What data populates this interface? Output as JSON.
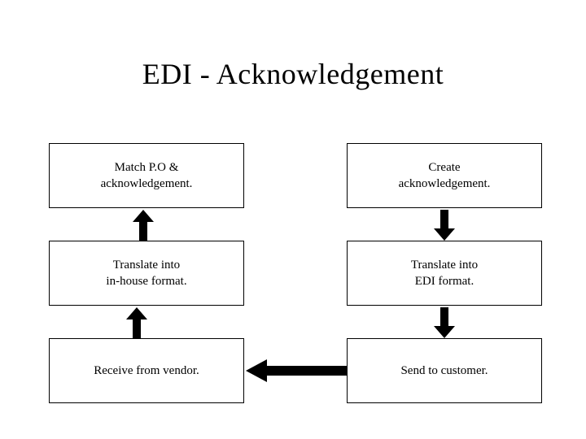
{
  "slide": {
    "title": "EDI - Acknowledgement",
    "background": "#ffffff",
    "text_color": "#000000"
  },
  "flow": {
    "boxes": [
      {
        "id": "match-po",
        "column": "left",
        "row": 1,
        "lines": [
          "Match P.O &",
          "acknowledgement."
        ]
      },
      {
        "id": "translate-in-house",
        "column": "left",
        "row": 2,
        "lines": [
          "Translate into",
          "in-house format."
        ]
      },
      {
        "id": "receive-from-vendor",
        "column": "left",
        "row": 3,
        "lines": [
          "Receive from vendor."
        ]
      },
      {
        "id": "create-acknowledgement",
        "column": "right",
        "row": 1,
        "lines": [
          "Create",
          "acknowledgement."
        ]
      },
      {
        "id": "translate-edi-format",
        "column": "right",
        "row": 2,
        "lines": [
          "Translate into",
          "EDI format."
        ]
      },
      {
        "id": "send-to-customer",
        "column": "right",
        "row": 3,
        "lines": [
          "Send to customer."
        ]
      }
    ],
    "arrows": [
      {
        "id": "arrow-up-left-lower",
        "direction": "up",
        "from": "receive-from-vendor",
        "to": "translate-in-house"
      },
      {
        "id": "arrow-up-left-upper",
        "direction": "up",
        "from": "translate-in-house",
        "to": "match-po"
      },
      {
        "id": "arrow-down-right-upper",
        "direction": "down",
        "from": "create-acknowledgement",
        "to": "translate-edi-format"
      },
      {
        "id": "arrow-down-right-lower",
        "direction": "down",
        "from": "translate-edi-format",
        "to": "send-to-customer"
      },
      {
        "id": "arrow-left-bottom",
        "direction": "left",
        "from": "send-to-customer",
        "to": "receive-from-vendor"
      }
    ],
    "arrow_color": "#000000"
  }
}
